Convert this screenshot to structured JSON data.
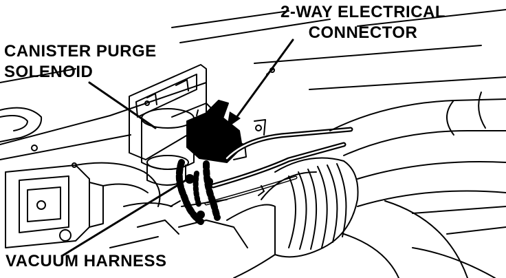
{
  "labels": {
    "connector_line1": "2-WAY ELECTRICAL",
    "connector_line2": "CONNECTOR",
    "solenoid_line1": "CANISTER PURGE",
    "solenoid_line2": "SOLENOID",
    "vacuum_harness": "VACUUM HARNESS"
  },
  "colors": {
    "ink": "#000000",
    "paper": "#ffffff"
  }
}
